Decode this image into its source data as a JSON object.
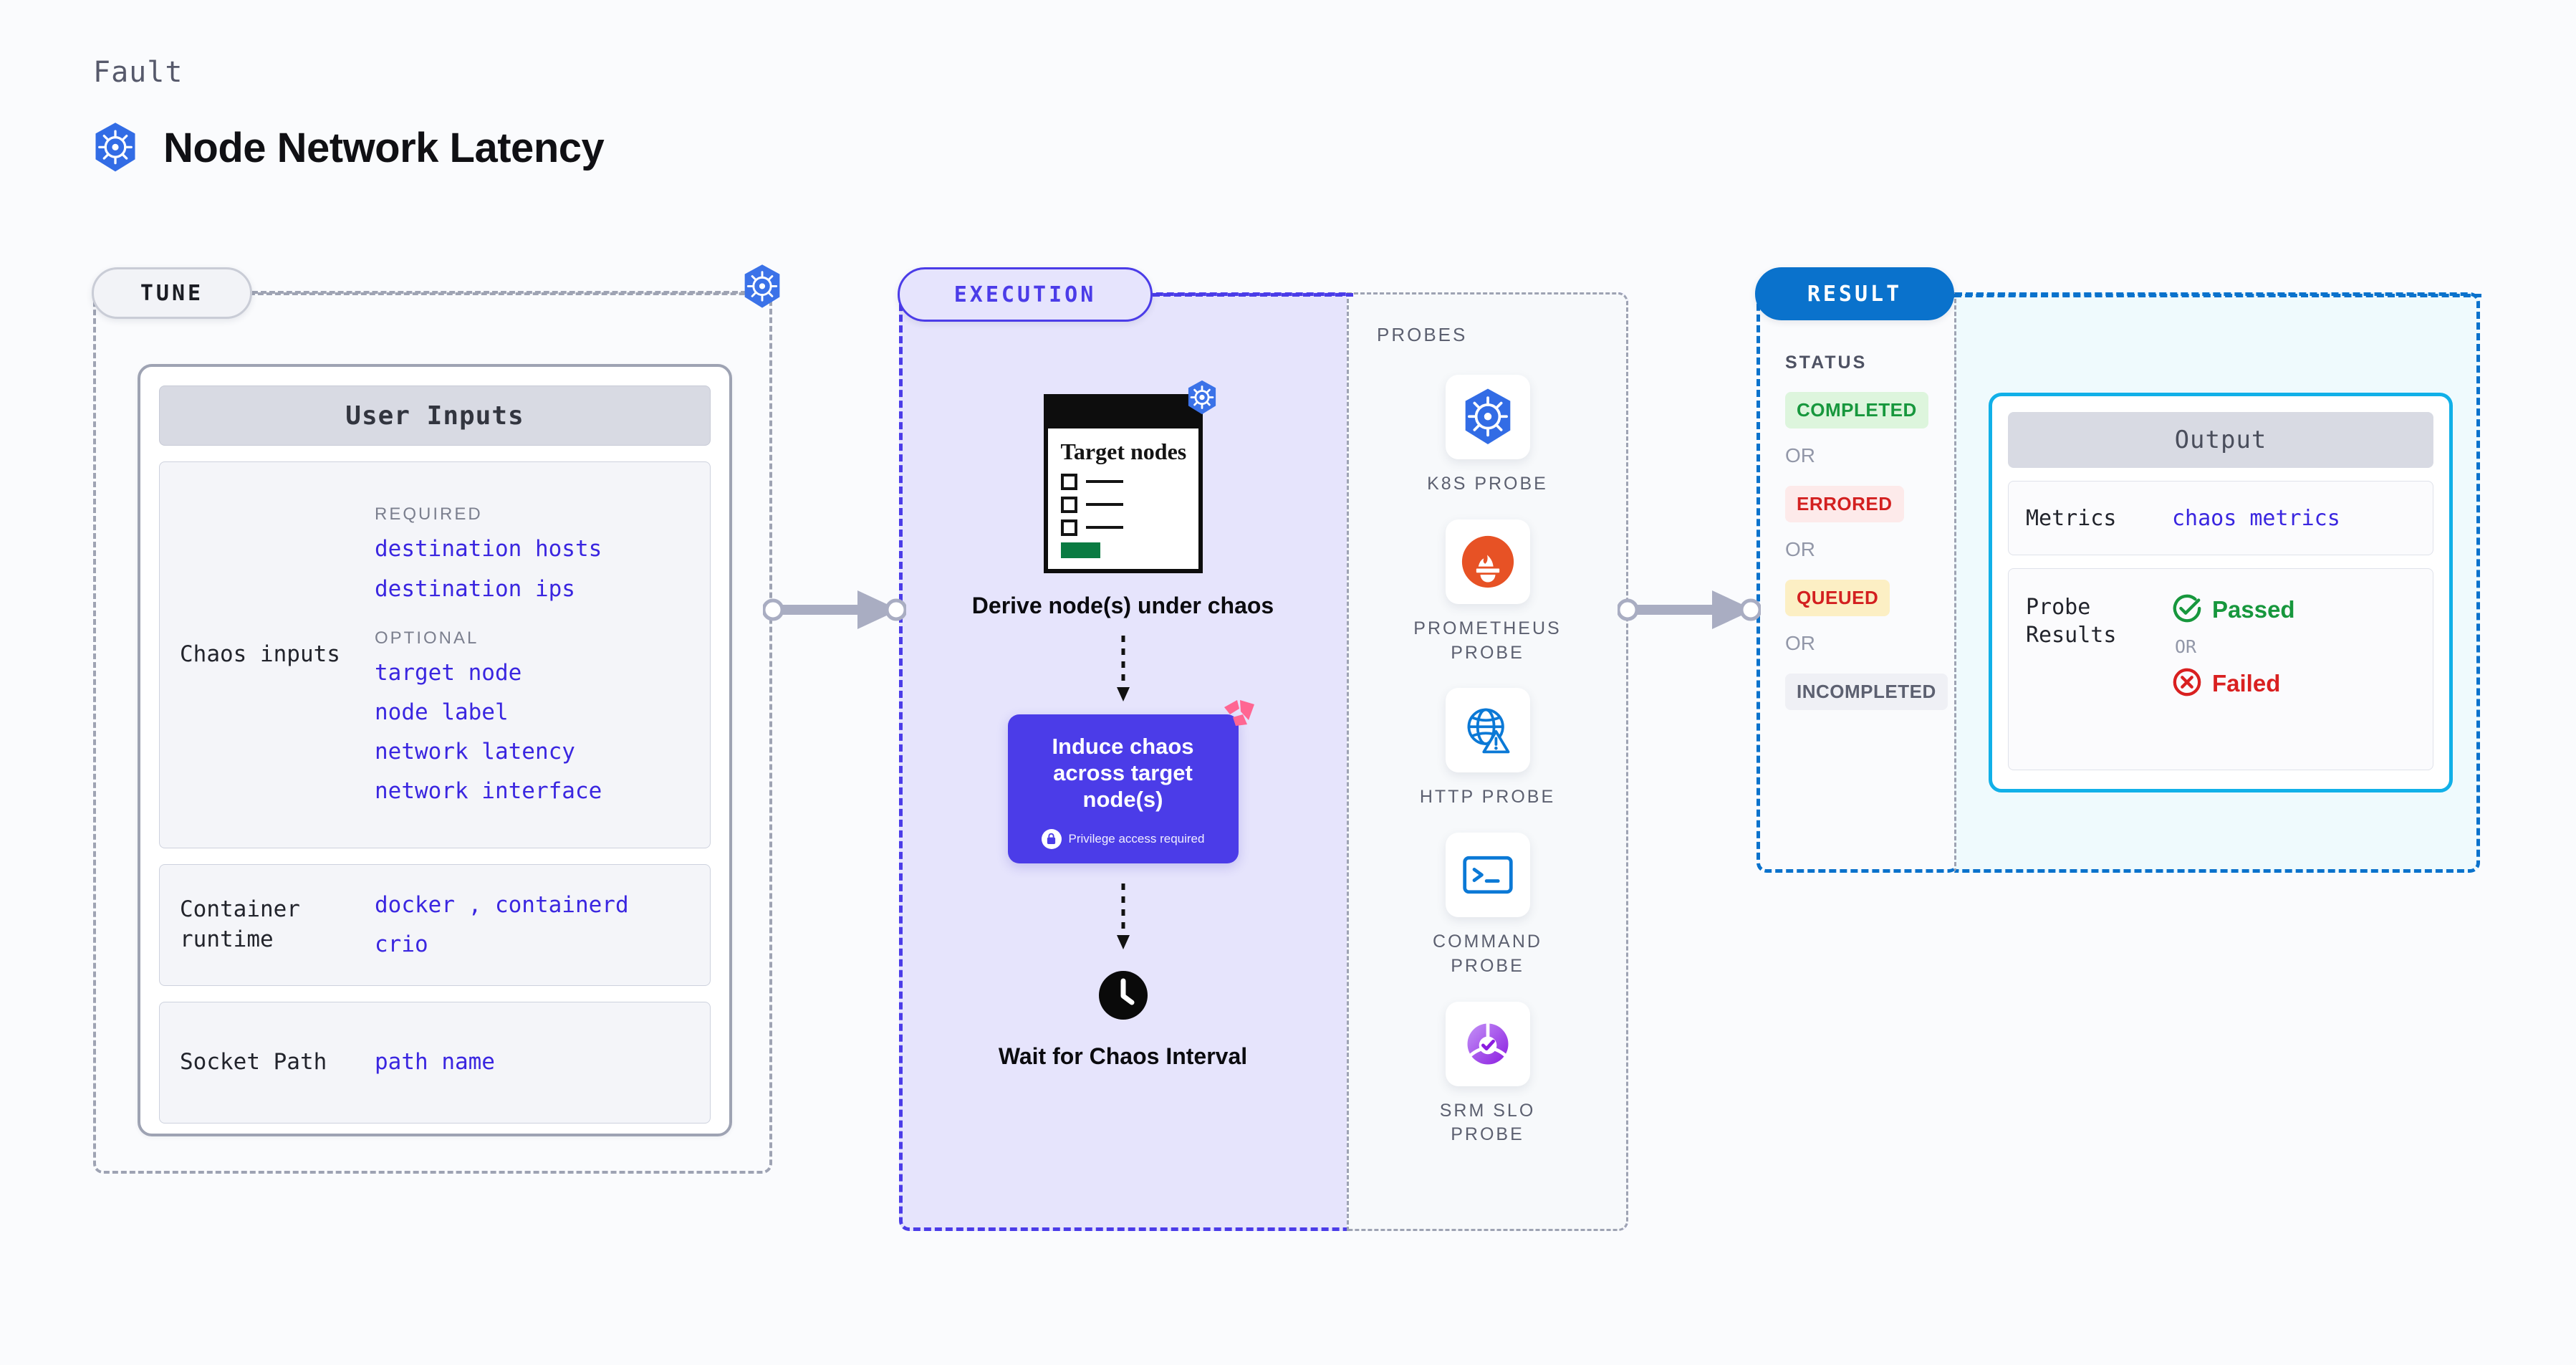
{
  "header": {
    "eyebrow": "Fault",
    "title": "Node Network Latency",
    "icon": "kubernetes-icon"
  },
  "colors": {
    "accent_indigo": "#4b3ce8",
    "accent_blue": "#0a72cc",
    "accent_cyan": "#11b0e8",
    "value_text": "#3a26e0",
    "k8s_blue": "#326ce5",
    "litmus_pink": "#ff6692",
    "success_green": "#17973d",
    "error_red": "#d32020",
    "warn_amber": "#fcefc4"
  },
  "tune": {
    "chip_label": "TUNE",
    "badge_icon": "kubernetes-icon",
    "card_title": "User Inputs",
    "rows": [
      {
        "label": "Chaos inputs",
        "groups": [
          {
            "title": "REQUIRED",
            "values": [
              "destination hosts",
              "destination ips"
            ]
          },
          {
            "title": "OPTIONAL",
            "values": [
              "target node",
              "node label",
              "network latency",
              "network interface"
            ]
          }
        ]
      },
      {
        "label": "Container\nruntime",
        "values": [
          "docker , containerd",
          "crio"
        ]
      },
      {
        "label": "Socket Path",
        "values": [
          "path name"
        ]
      }
    ]
  },
  "execution": {
    "chip_label": "EXECUTION",
    "steps": [
      {
        "icon": "target-nodes-card-icon",
        "card_title": "Target\nnodes",
        "badge_icon": "kubernetes-icon",
        "label": "Derive node(s)\nunder chaos"
      },
      {
        "type": "chaos-box",
        "title": "Induce chaos across\ntarget node(s)",
        "note": "Privilege access required",
        "note_icon": "lock-icon",
        "corner_icon": "litmus-icon"
      },
      {
        "icon": "clock-icon",
        "label": "Wait for Chaos\nInterval"
      }
    ]
  },
  "probes": {
    "title": "PROBES",
    "items": [
      {
        "icon": "kubernetes-icon",
        "name": "K8S PROBE"
      },
      {
        "icon": "prometheus-icon",
        "name": "PROMETHEUS\nPROBE"
      },
      {
        "icon": "http-globe-icon",
        "name": "HTTP PROBE"
      },
      {
        "icon": "terminal-icon",
        "name": "COMMAND\nPROBE"
      },
      {
        "icon": "srm-slo-icon",
        "name": "SRM SLO\nPROBE"
      }
    ]
  },
  "result": {
    "chip_label": "RESULT",
    "status_title": "STATUS",
    "or_label": "OR",
    "statuses": [
      {
        "label": "COMPLETED",
        "bg": "#ddf5dd",
        "fg": "#17973d"
      },
      {
        "label": "ERRORED",
        "bg": "#fdeaea",
        "fg": "#d32020"
      },
      {
        "label": "QUEUED",
        "bg": "#fcefc4",
        "fg": "#d32020"
      },
      {
        "label": "INCOMPLETED",
        "bg": "#eff0f5",
        "fg": "#5c6070"
      }
    ],
    "output": {
      "header": "Output",
      "metrics_label": "Metrics",
      "metrics_value": "chaos metrics",
      "probe_results_label": "Probe\nResults",
      "passed_label": "Passed",
      "passed_icon": "check-circle-icon",
      "failed_label": "Failed",
      "failed_icon": "x-circle-icon",
      "or_label": "OR"
    }
  }
}
